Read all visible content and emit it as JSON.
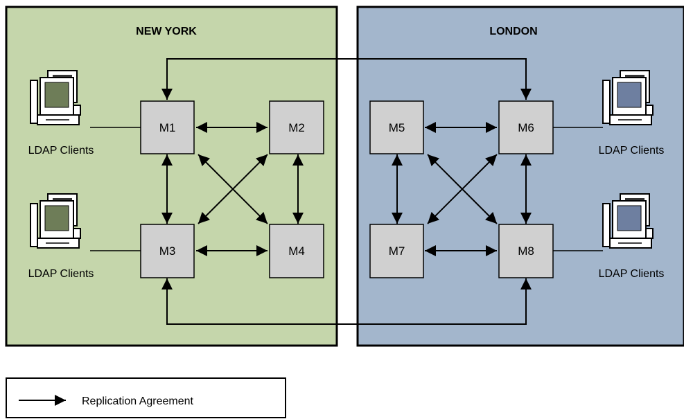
{
  "regions": {
    "new_york": {
      "title": "NEW YORK",
      "fill": "#c5d6ab"
    },
    "london": {
      "title": "LONDON",
      "fill": "#a3b6cc"
    }
  },
  "masters": [
    {
      "id": "m1",
      "label": "M1"
    },
    {
      "id": "m2",
      "label": "M2"
    },
    {
      "id": "m3",
      "label": "M3"
    },
    {
      "id": "m4",
      "label": "M4"
    },
    {
      "id": "m5",
      "label": "M5"
    },
    {
      "id": "m6",
      "label": "M6"
    },
    {
      "id": "m7",
      "label": "M7"
    },
    {
      "id": "m8",
      "label": "M8"
    }
  ],
  "clients": [
    {
      "label": "LDAP Clients",
      "attached_to": "M1"
    },
    {
      "label": "LDAP Clients",
      "attached_to": "M3"
    },
    {
      "label": "LDAP Clients",
      "attached_to": "M6"
    },
    {
      "label": "LDAP Clients",
      "attached_to": "M8"
    }
  ],
  "client_icon": "desktop-computer-icon",
  "colors": {
    "node_fill": "#d0d0d0",
    "ny_screen": "#6e7d58",
    "london_screen": "#6e7fa0"
  },
  "legend": {
    "label": "Replication Agreement",
    "icon": "arrow-icon"
  }
}
